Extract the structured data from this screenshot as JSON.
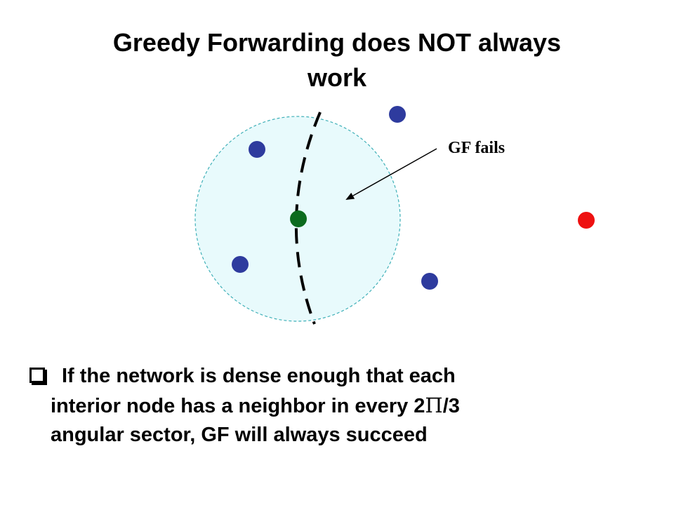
{
  "slide": {
    "title_line1": "Greedy Forwarding does NOT always",
    "title_line2": "work",
    "gf_label": "GF fails",
    "bullet": {
      "line1": "If the network is dense enough that each",
      "line2_pre": "interior node has a neighbor in every 2",
      "line2_pi": "Π",
      "line2_post": "/3",
      "line3": "angular sector, GF will always succeed"
    }
  },
  "colors": {
    "range_fill": "#e8fafc",
    "range_stroke": "#40b0b8",
    "neighbor_node": "#2e3b9e",
    "source_node": "#0b6b1e",
    "destination_node": "#ee1111"
  }
}
